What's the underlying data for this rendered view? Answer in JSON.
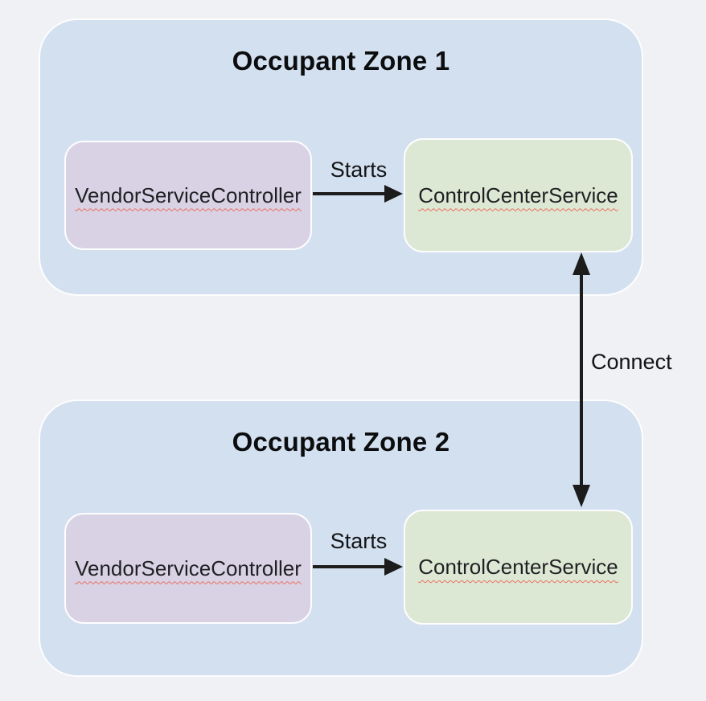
{
  "colors": {
    "bg": "#f0f1f4",
    "zone": "#d3e0f0",
    "vendor": "#d9d2e5",
    "control": "#dde8d4",
    "ink": "#1f2023",
    "arrow": "#1c1c1c",
    "squiggle": "#e8705f"
  },
  "zones": [
    {
      "title": "Occupant Zone 1",
      "vendor_label": "VendorServiceController",
      "control_label": "ControlCenterService",
      "starts_label": "Starts"
    },
    {
      "title": "Occupant Zone 2",
      "vendor_label": "VendorServiceController",
      "control_label": "ControlCenterService",
      "starts_label": "Starts"
    }
  ],
  "connect_label": "Connect"
}
